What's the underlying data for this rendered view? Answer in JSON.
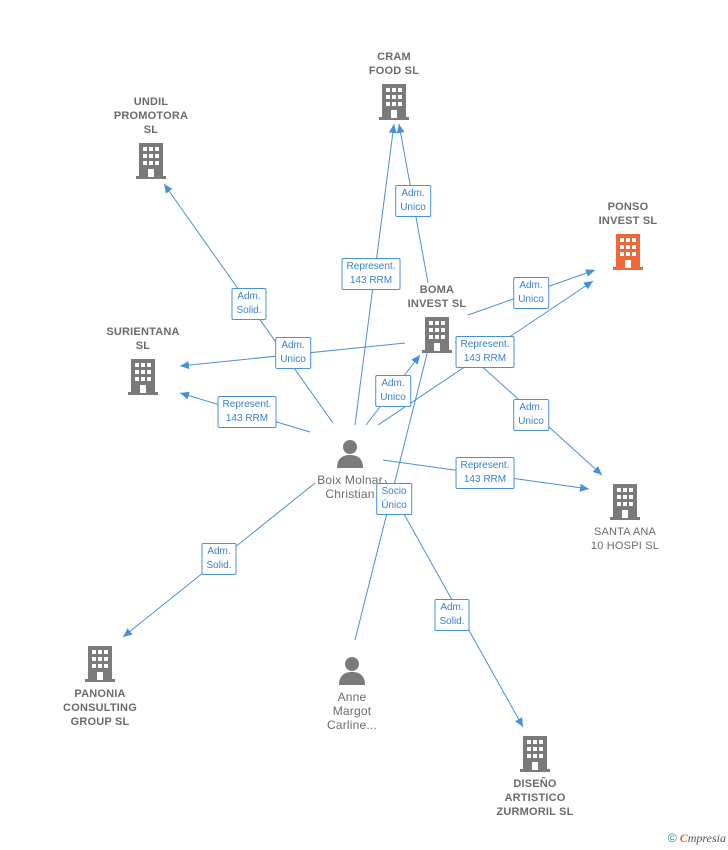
{
  "colors": {
    "edge": "#4a90d9",
    "building": "#7a7a7a",
    "highlight": "#f0683a",
    "person": "#7a7a7a"
  },
  "nodes": {
    "cram": {
      "label": "CRAM\nFOOD  SL"
    },
    "undil": {
      "label": "UNDIL\nPROMOTORA\nSL"
    },
    "ponso": {
      "label": "PONSO\nINVEST  SL"
    },
    "boma": {
      "label": "BOMA\nINVEST  SL"
    },
    "surientana": {
      "label": "SURIENTANA\nSL"
    },
    "boix": {
      "label": "Boix Molnar\nChristian"
    },
    "santa_ana": {
      "label": "SANTA ANA\n10 HOSPI  SL"
    },
    "panonia": {
      "label": "PANONIA\nCONSULTING\nGROUP  SL"
    },
    "anne": {
      "label": "Anne\nMargot\nCarline..."
    },
    "diseno": {
      "label": "DISEÑO\nARTISTICO\nZURMORIL  SL"
    }
  },
  "edge_labels": {
    "boma_cram": "Adm.\nUnico",
    "boix_cram": "Represent.\n143 RRM",
    "boix_undil": "Adm.\nSolid.",
    "boma_surientana": "Adm.\nUnico",
    "boix_surientana": "Represent.\n143 RRM",
    "boix_boma": "Adm.\nUnico",
    "boma_ponso": "Adm.\nUnico",
    "boix_ponso": "Represent.\n143 RRM",
    "boma_santa": "Adm.\nUnico",
    "boix_santa": "Represent.\n143 RRM",
    "anne_boma": "Socio\nÚnico",
    "boix_panonia": "Adm.\nSolid.",
    "boix_diseno": "Adm.\nSolid."
  },
  "footer": {
    "copyright": "©",
    "brand_initial": "C",
    "brand_rest": "mpresia"
  }
}
